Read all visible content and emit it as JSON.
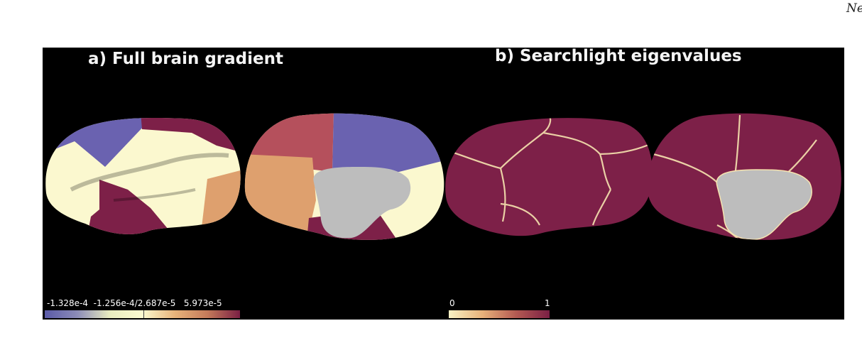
{
  "corner_text": "Ne",
  "panel_a": {
    "title": "a) Full brain gradient",
    "colorbar_ticks": "-1.328e-4  -1.256e-4/2.687e-5   5.973e-5"
  },
  "panel_b": {
    "title": "b) Searchlight eigenvalues",
    "colorbar_min": "0",
    "colorbar_max": "1"
  },
  "colors": {
    "background": "#000000",
    "purple": "#6a62b0",
    "cream": "#fbf8cf",
    "orange": "#dea06e",
    "rose": "#b5505c",
    "maroon": "#7d2048",
    "medial_wall": "#bdbdbd"
  }
}
